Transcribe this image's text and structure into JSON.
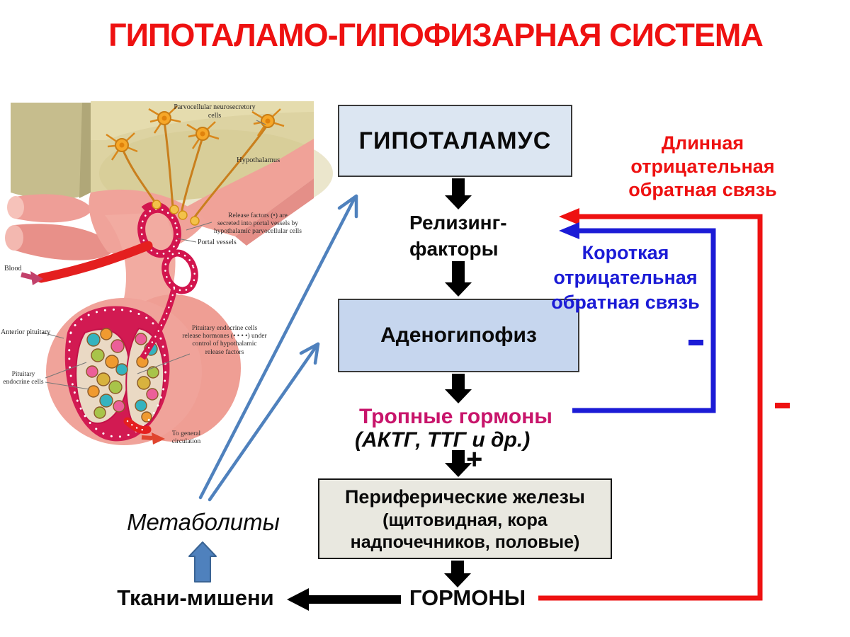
{
  "title": "ГИПОТАЛАМО-ГИПОФИЗАРНАЯ СИСТЕМА",
  "colors": {
    "title_red": "#ee1111",
    "long_feedback_red": "#ee1111",
    "short_feedback_blue": "#1b1bd6",
    "tropic_magenta": "#c8156b",
    "metabolite_arrow_blue": "#4f81bd",
    "flow_arrow_black": "#000000",
    "box_hypothalamus_fill": "#dce6f2",
    "box_adenohypophysis_fill": "#c6d6ee",
    "box_peripheral_fill": "#e9e8e0"
  },
  "flow": {
    "hypothalamus": "ГИПОТАЛАМУС",
    "releasing_factors_lines": [
      "Релизинг-",
      "факторы"
    ],
    "adenohypophysis": "Аденогипофиз",
    "tropic_hormones": "Тропные гормоны",
    "tropic_hormones_note": "(АКТГ, ТТГ и др.)",
    "plus_sign": "+",
    "peripheral_glands_lines": [
      "Периферические железы",
      "(щитовидная, кора",
      "надпочечников, половые)"
    ],
    "hormones": "ГОРМОНЫ",
    "target_tissues": "Ткани-мишени",
    "metabolites": "Метаболиты"
  },
  "feedback": {
    "long_lines": [
      "Длинная",
      "отрицательная",
      "обратная связь"
    ],
    "short_lines": [
      "Короткая",
      "отрицательная",
      "обратная связь"
    ],
    "long_minus": "-",
    "short_minus": "-"
  },
  "illustration": {
    "parvocellular_lines": [
      "Parvocellular neurosecretory",
      "cells"
    ],
    "hypothalamus": "Hypothalamus",
    "release_factors_lines": [
      "Release factors (•) are",
      "secreted into portal vessels by",
      "hypothalamic parvocellular cells"
    ],
    "portal_vessels": "Portal vessels",
    "blood": "Blood",
    "anterior_pituitary": "Anterior pituitary",
    "pituitary_endocrine_lines": [
      "Pituitary",
      "endocrine cells"
    ],
    "endocrine_release_lines": [
      "Pituitary endocrine cells",
      "release hormones (• • • •) under",
      "control of hypothalamic",
      "release factors"
    ],
    "to_general_lines": [
      "To general",
      "circulation"
    ]
  }
}
